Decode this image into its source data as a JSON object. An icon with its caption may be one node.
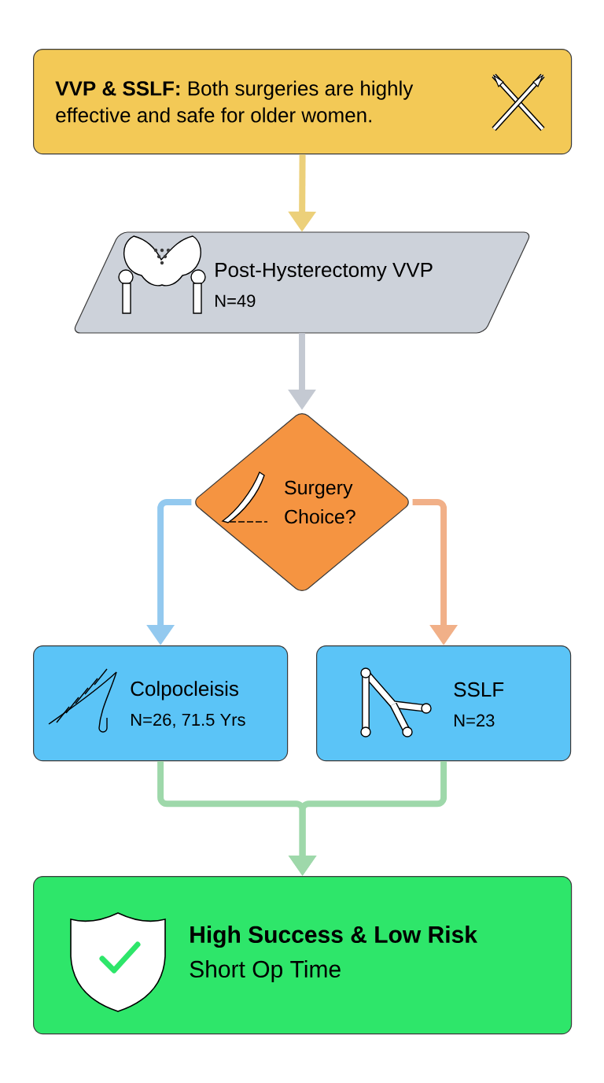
{
  "diagram": {
    "nodes": [
      {
        "text": [
          "**VVP & SSLF:** Both surgeries are highly effective and safe for older women."
        ]
      },
      {
        "text": [
          "Post-Hysterectomy VVP",
          "N=49"
        ]
      },
      {
        "text": [
          "Surgery Choice?"
        ]
      },
      {
        "text": [
          "Colpocleisis",
          "N=26, 71.5 Yrs"
        ]
      },
      {
        "text": [
          "SSLF",
          "N=23"
        ]
      },
      {
        "text": [
          "High Success & Low Risk",
          "Short Op Time"
        ]
      }
    ],
    "edges": [
      {
        "from": 0,
        "to": 1,
        "arrow": "to",
        "color": "#ecd07a"
      },
      {
        "from": 1,
        "to": 2,
        "arrow": "to",
        "color": "#c4c9d2"
      },
      {
        "from": 2,
        "to": 3,
        "arrow": "to",
        "color": "#93c9ef"
      },
      {
        "from": 2,
        "to": 4,
        "arrow": "to",
        "color": "#f1b088"
      },
      {
        "from": 3,
        "to": 5,
        "arrow": "to",
        "color": "#9ed8aa"
      },
      {
        "from": 4,
        "to": 5,
        "arrow": "to",
        "color": "#9ed8aa"
      }
    ]
  }
}
